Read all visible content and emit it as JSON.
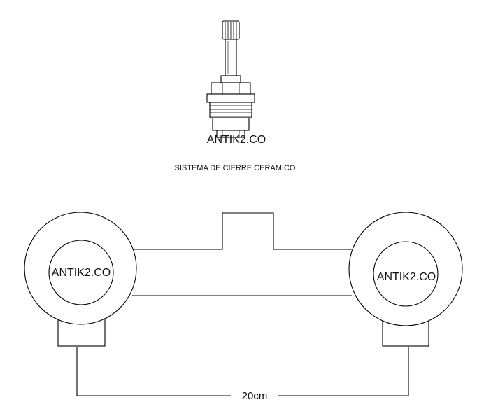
{
  "cartridge": {
    "watermark": "ANTIK2.CO",
    "caption": "SISTEMA DE CIERRE CERAMICO"
  },
  "faucet_body": {
    "left_handle_watermark": "ANTIK2.CO",
    "right_handle_watermark": "ANTIK2.CO"
  },
  "dimension": {
    "label": "20cm"
  },
  "colors": {
    "line": "#000000",
    "background": "#ffffff"
  }
}
